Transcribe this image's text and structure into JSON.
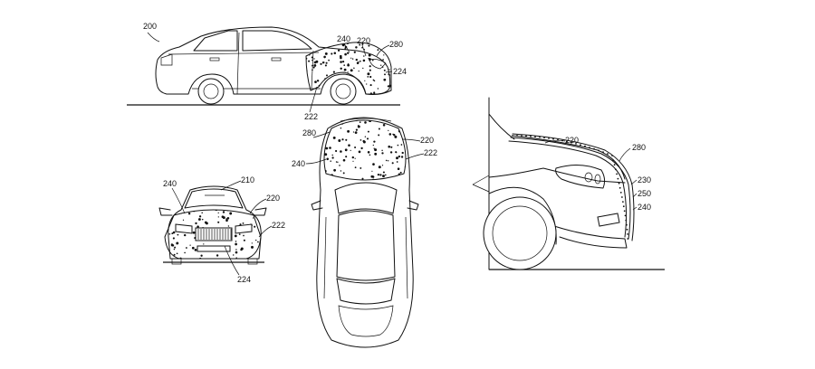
{
  "figure": {
    "side_view": {
      "labels": {
        "ref_200": "200",
        "ref_240": "240",
        "ref_220": "220",
        "ref_280": "280",
        "ref_224": "224",
        "ref_222": "222"
      }
    },
    "front_view": {
      "labels": {
        "ref_240": "240",
        "ref_210": "210",
        "ref_220": "220",
        "ref_222": "222",
        "ref_224": "224"
      }
    },
    "top_view": {
      "labels": {
        "ref_280": "280",
        "ref_240": "240",
        "ref_220": "220",
        "ref_222": "222"
      }
    },
    "detail_view": {
      "labels": {
        "ref_220": "220",
        "ref_280": "280",
        "ref_230": "230",
        "ref_250": "250",
        "ref_240": "240"
      }
    }
  }
}
